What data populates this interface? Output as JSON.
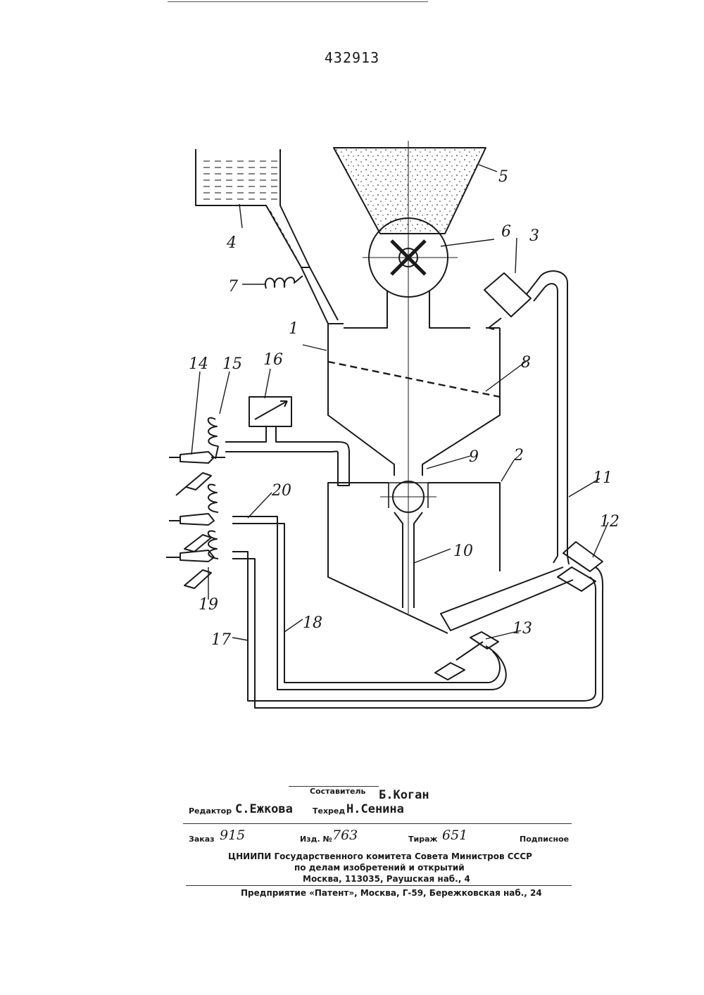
{
  "patent_number": "432913",
  "labels": [
    {
      "id": "1",
      "text": "1"
    },
    {
      "id": "2",
      "text": "2"
    },
    {
      "id": "3",
      "text": "3"
    },
    {
      "id": "4",
      "text": "4"
    },
    {
      "id": "5",
      "text": "5"
    },
    {
      "id": "6",
      "text": "6"
    },
    {
      "id": "7",
      "text": "7"
    },
    {
      "id": "8",
      "text": "8"
    },
    {
      "id": "9",
      "text": "9"
    },
    {
      "id": "10",
      "text": "10"
    },
    {
      "id": "11",
      "text": "11"
    },
    {
      "id": "12",
      "text": "12"
    },
    {
      "id": "13",
      "text": "13"
    },
    {
      "id": "14",
      "text": "14"
    },
    {
      "id": "15",
      "text": "15"
    },
    {
      "id": "16",
      "text": "16"
    },
    {
      "id": "17",
      "text": "17"
    },
    {
      "id": "18",
      "text": "18"
    },
    {
      "id": "19",
      "text": "19"
    },
    {
      "id": "20",
      "text": "20"
    }
  ],
  "colophon": {
    "compiler_label": "Составитель",
    "compiler_name": "Б.Коган",
    "editor_label": "Редактор",
    "editor_name": "С.Ежкова",
    "techred_label": "Техред",
    "techred_name": "Н.Сенина",
    "order_label": "Заказ",
    "order_value": "915",
    "issue_label": "Изд. №",
    "issue_value": "763",
    "run_label": "Тираж",
    "run_value": "651",
    "subscription": "Подписное",
    "org_line1": "ЦНИИПИ Государственного комитета Совета Министров СССР",
    "org_line2": "по делам изобретений и открытий",
    "org_line3": "Москва, 113035, Раушская наб., 4",
    "printer_line": "Предприятие «Патент», Москва, Г-59, Бережковская наб., 24"
  }
}
